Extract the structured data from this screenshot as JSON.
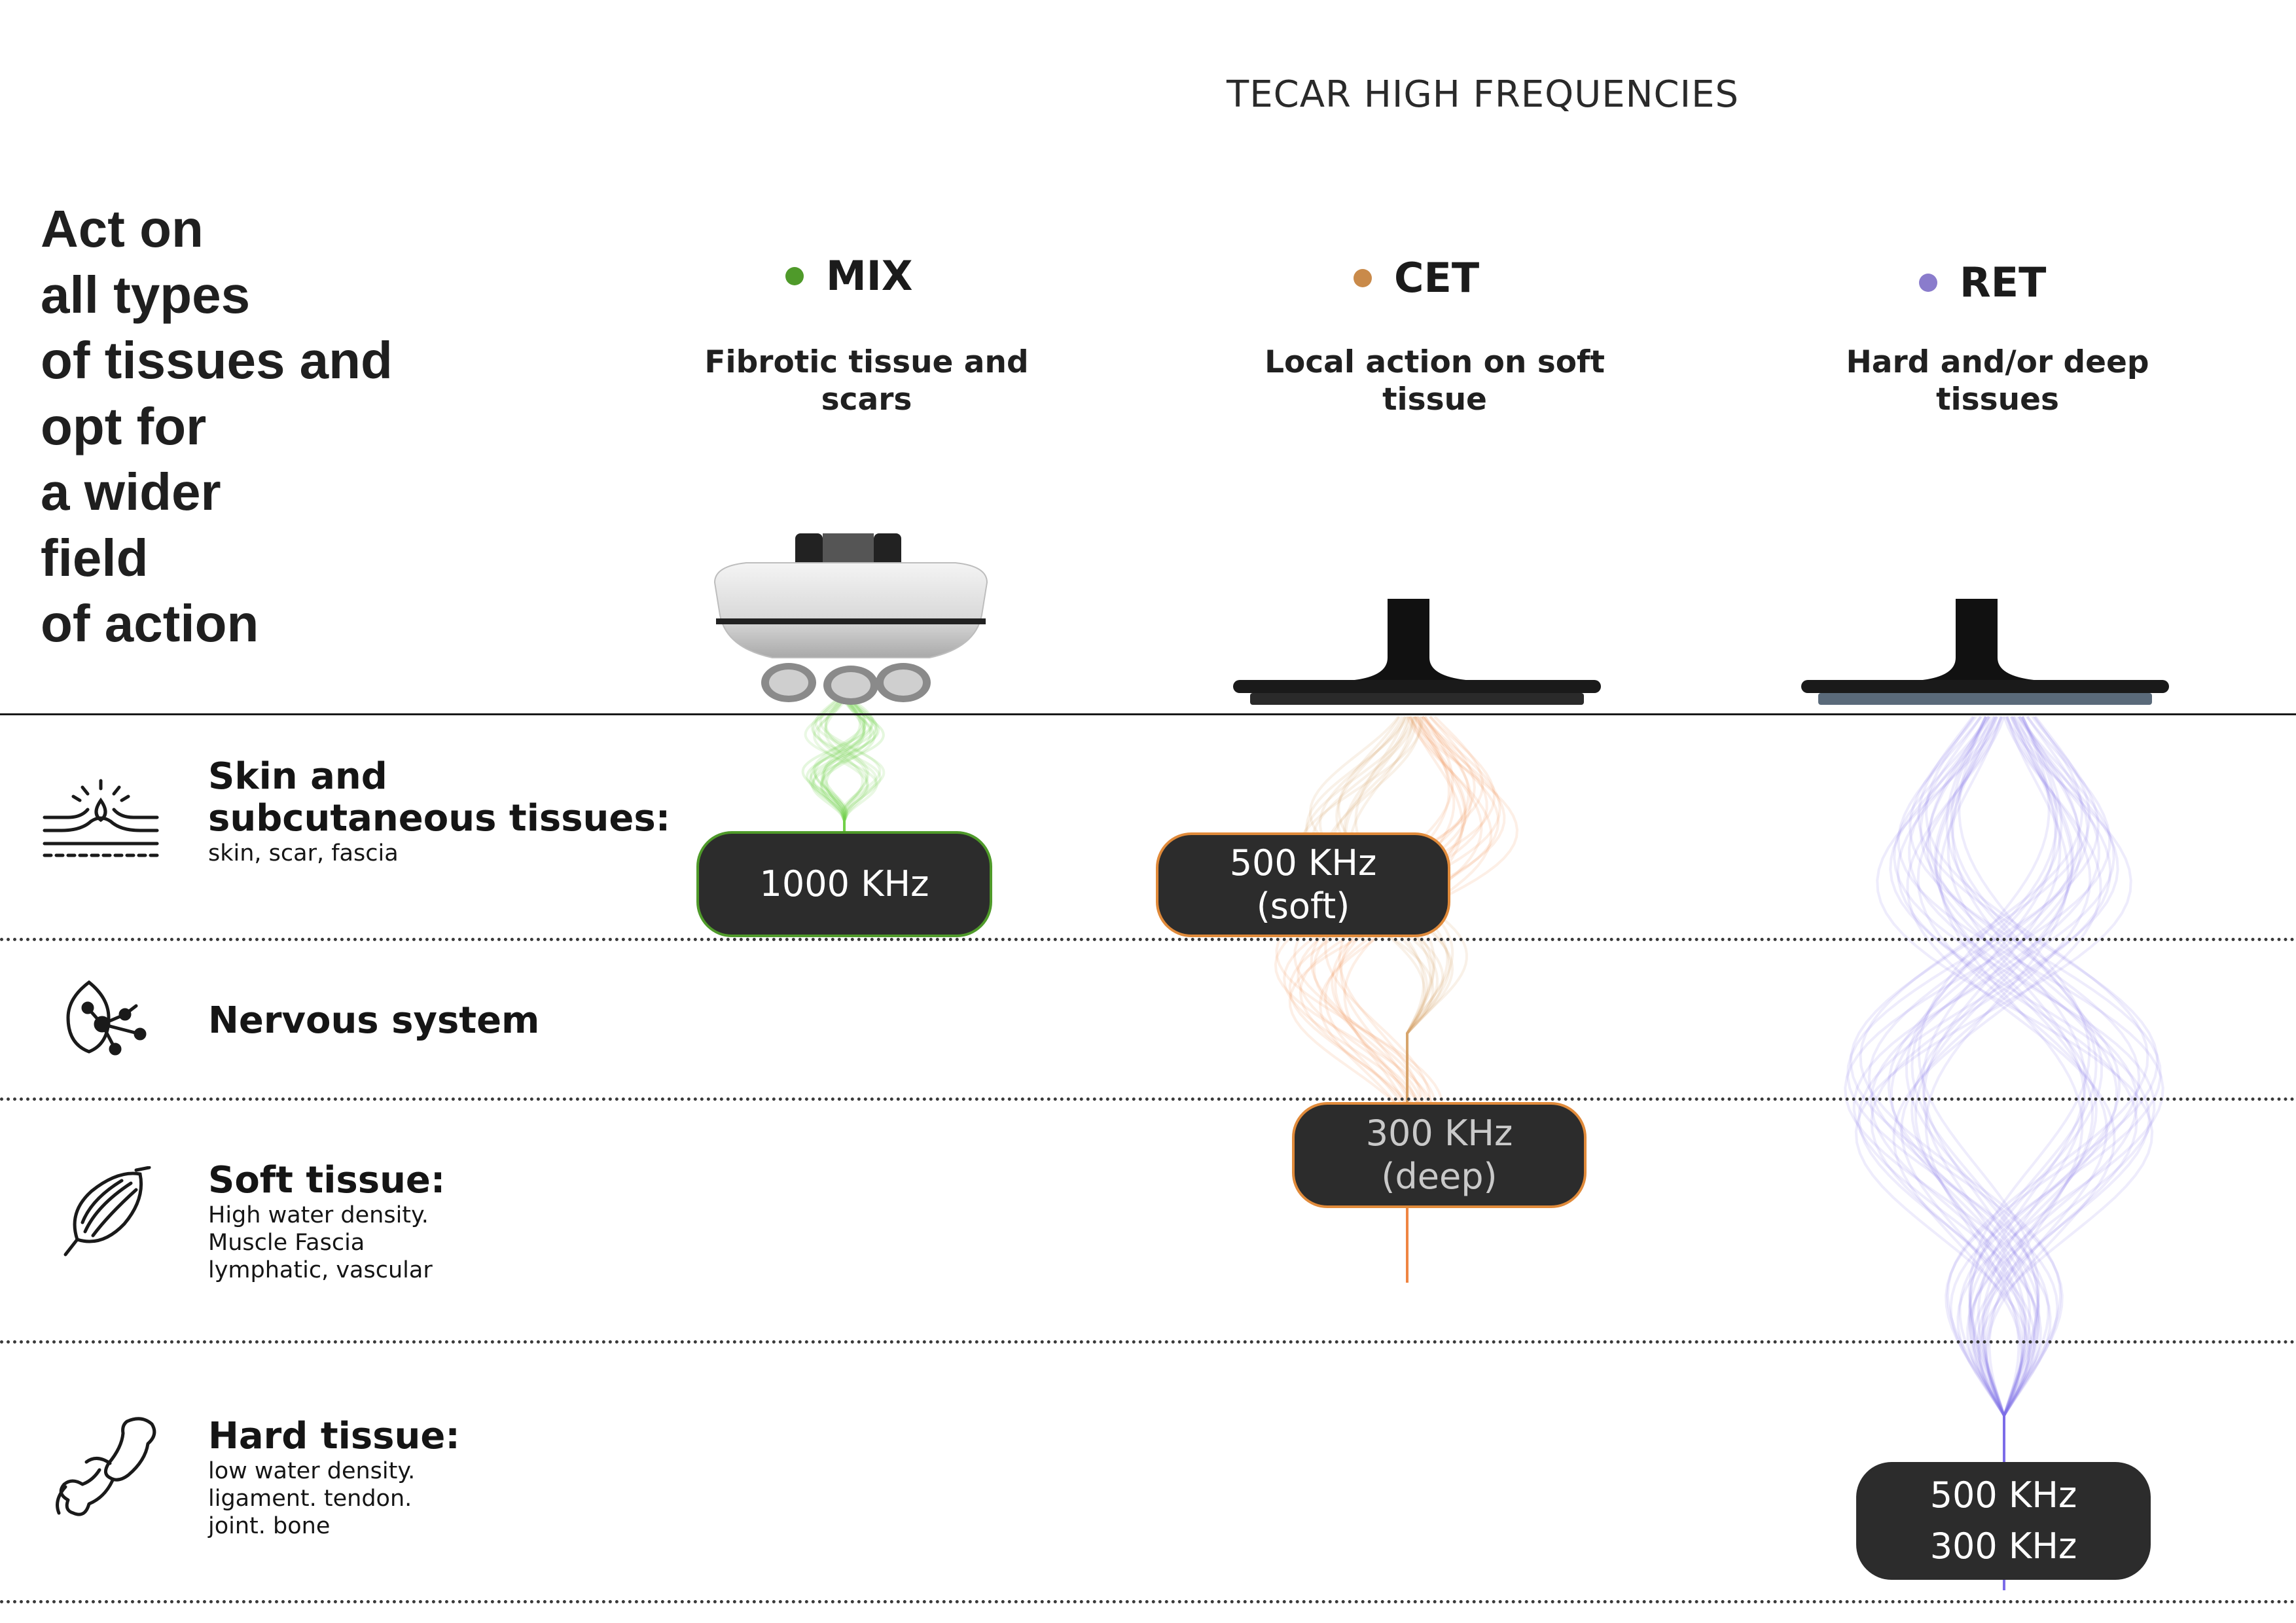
{
  "header": {
    "title": "TECAR HIGH FREQUENCIES"
  },
  "headline": {
    "lines": [
      "Act on",
      "all types",
      "of tissues and",
      "opt for",
      "a wider",
      "field",
      "of action"
    ]
  },
  "modes": [
    {
      "name": "MIX",
      "color": "#4f9a2a",
      "desc_lines": [
        "Fibrotic tissue and",
        "scars"
      ]
    },
    {
      "name": "CET",
      "color": "#c98a4a",
      "desc_lines": [
        "Local action on soft",
        "tissue"
      ]
    },
    {
      "name": "RET",
      "color": "#8a7ccc",
      "desc_lines": [
        "Hard and/or deep",
        "tissues"
      ]
    }
  ],
  "rows": [
    {
      "icon": "skin-layers-icon",
      "title_lines": [
        "Skin and",
        "subcutaneous tissues:"
      ],
      "sub_lines": [
        "skin, scar, fascia"
      ]
    },
    {
      "icon": "nerve-cell-icon",
      "title_lines": [
        "Nervous system"
      ],
      "sub_lines": []
    },
    {
      "icon": "muscle-icon",
      "title_lines": [
        "Soft tissue:"
      ],
      "sub_lines": [
        "High water density.",
        "Muscle  Fascia",
        "lymphatic, vascular"
      ]
    },
    {
      "icon": "joint-bone-icon",
      "title_lines": [
        "Hard tissue:"
      ],
      "sub_lines": [
        "low water density.",
        "ligament. tendon.",
        "joint. bone"
      ]
    }
  ],
  "badges": {
    "mix": {
      "lines": [
        "1000 KHz"
      ],
      "border": "#4f9a2a"
    },
    "cet_soft": {
      "lines": [
        "500 KHz",
        "(soft)"
      ],
      "border": "#e08a3a"
    },
    "cet_deep": {
      "lines": [
        "300 KHz",
        "(deep)"
      ],
      "border": "#e08a3a",
      "text_color": "#c9c9c9"
    },
    "ret": {
      "lines": [
        "500 KHz",
        "300 KHz"
      ],
      "border": "#2c2c2c"
    }
  },
  "waves": {
    "mix_color": "#6fd34a",
    "cet_colors": [
      "#f07a30",
      "#d69a5a"
    ],
    "ret_color": "#7a6ee6"
  }
}
